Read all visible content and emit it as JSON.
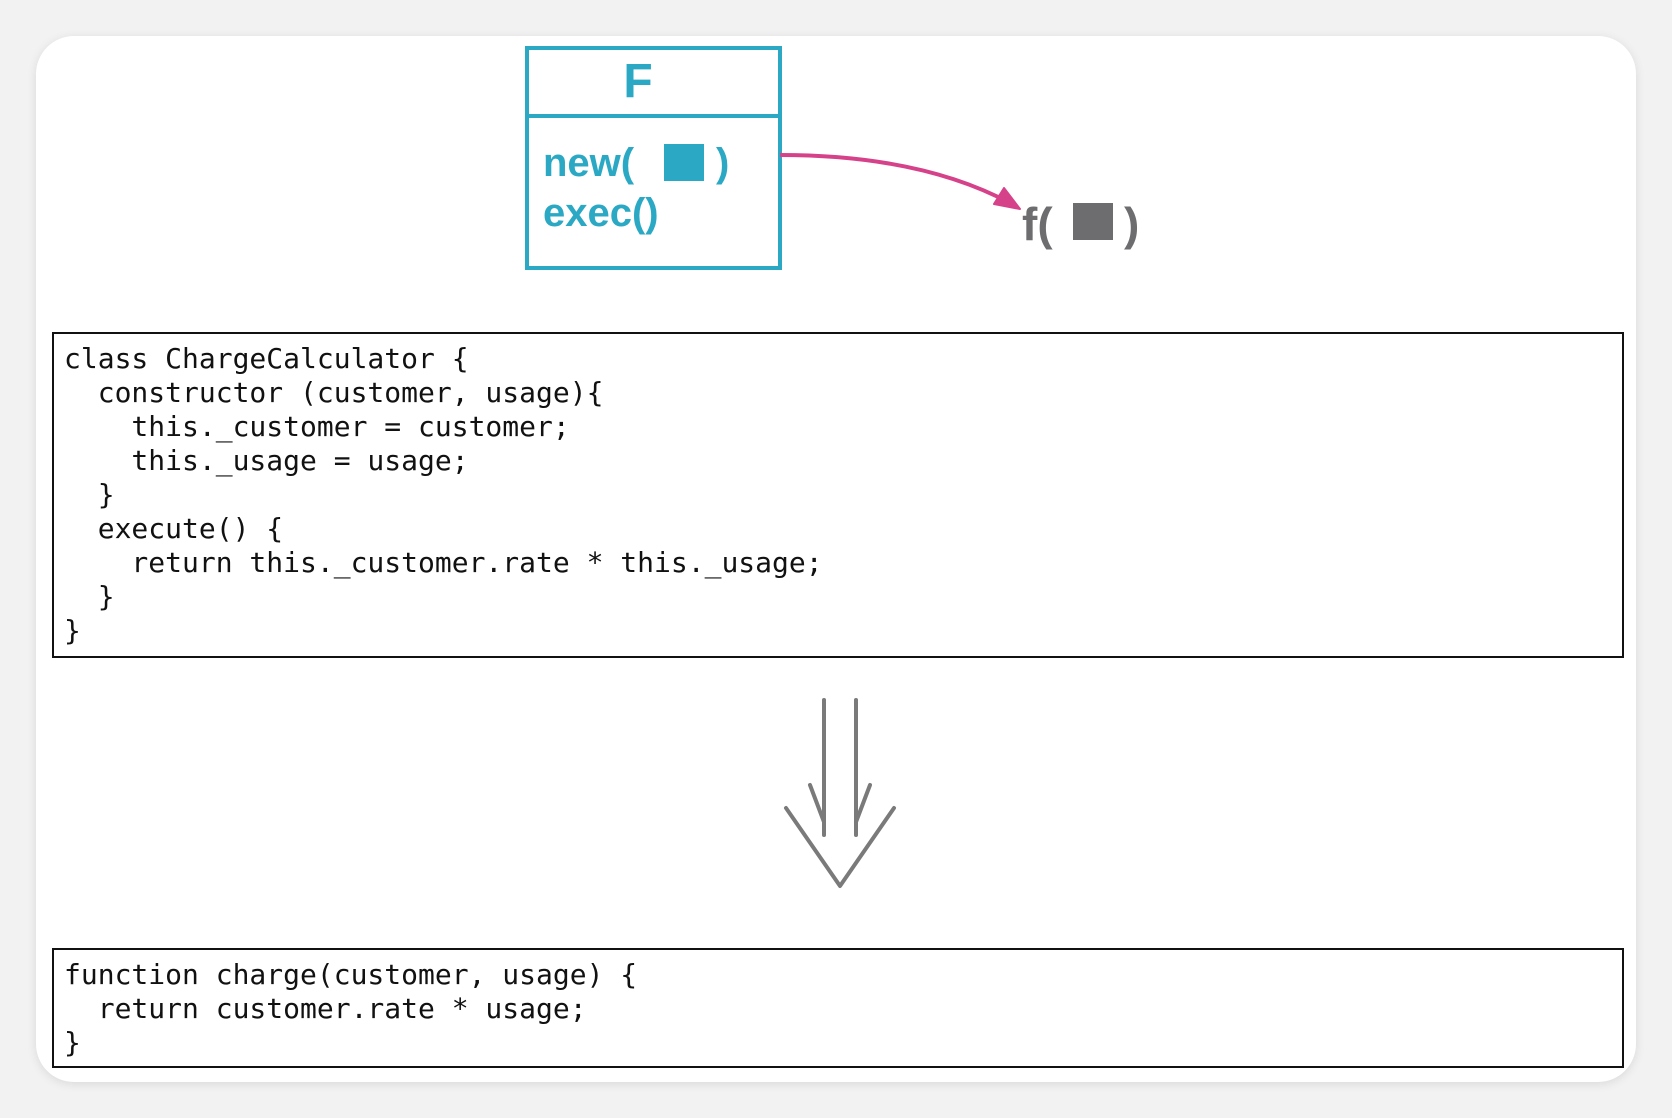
{
  "diagram": {
    "class_title": "F",
    "method_new_prefix": "new(",
    "method_new_suffix": ")",
    "method_exec": "exec()",
    "function_prefix": "f(",
    "function_suffix": ")",
    "colors": {
      "class_box": "#2ba9c4",
      "arrow": "#d6428a",
      "function": "#6d6d70",
      "down_arrow": "#7a7a7a"
    }
  },
  "code_before": {
    "lines": [
      "class ChargeCalculator {",
      "  constructor (customer, usage){",
      "    this._customer = customer;",
      "    this._usage = usage;",
      "  }",
      "  execute() {",
      "    return this._customer.rate * this._usage;",
      "  }",
      "}"
    ]
  },
  "code_after": {
    "lines": [
      "function charge(customer, usage) {",
      "  return customer.rate * usage;",
      "}"
    ]
  }
}
